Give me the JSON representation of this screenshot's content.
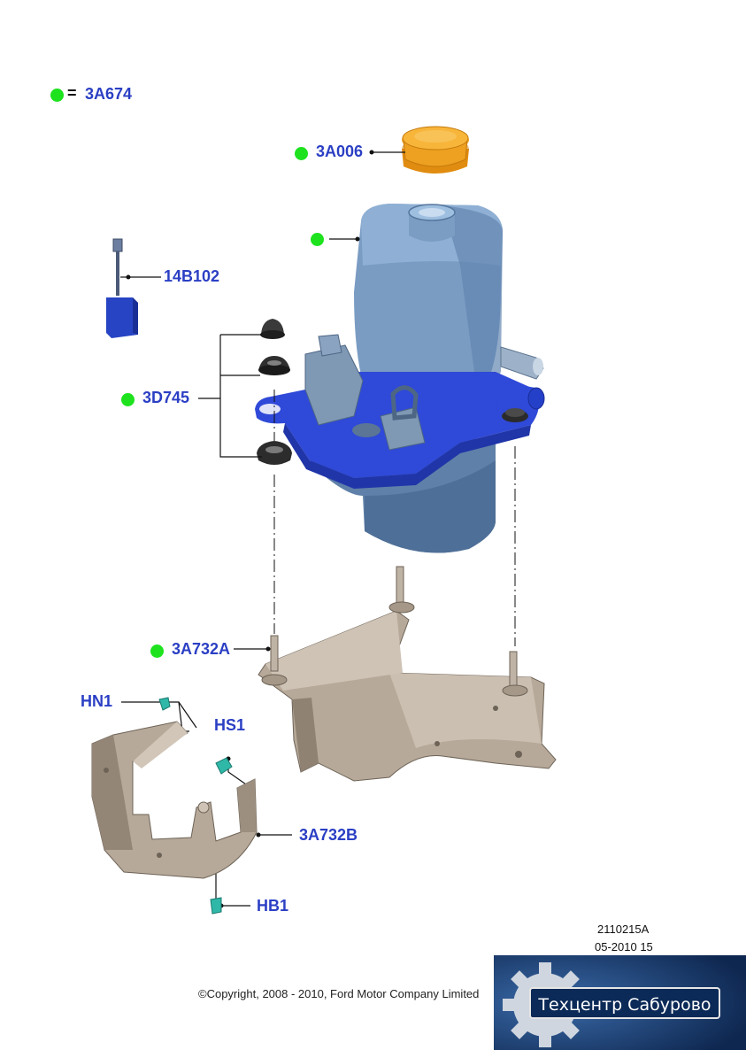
{
  "colors": {
    "label": "#2b3fc4",
    "dot": "#1ee21e",
    "reservoir": "#6b8db5",
    "bracket_blue": "#2f49d8",
    "cap": "#f0a21a",
    "metal": "#b9ab9a",
    "fastener": "#2fb8a8",
    "logo_bg": "#17386a"
  },
  "legend": {
    "symbol": "=",
    "code": "3A674"
  },
  "labels": {
    "cap": "3A006",
    "sensor": "14B102",
    "bush": "3D745",
    "bracket_a": "3A732A",
    "bracket_b": "3A732B",
    "nut": "HN1",
    "screw": "HS1",
    "bolt": "HB1"
  },
  "footer": {
    "ref": "2110215A",
    "date": "05-2010 15",
    "copyright": "©Copyright, 2008 - 2010, Ford Motor Company Limited"
  },
  "watermark": {
    "text": "Техцентр Сабурово"
  }
}
